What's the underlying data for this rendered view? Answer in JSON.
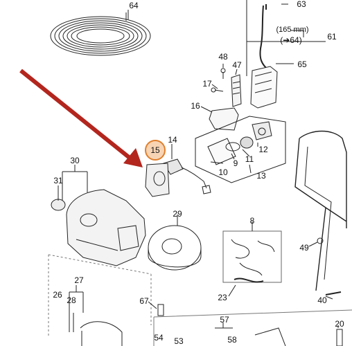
{
  "diagram": {
    "highlighted_part": "15",
    "note": "(165 mm)",
    "note_ref": "64",
    "labels": {
      "l64a": "64",
      "l63": "63",
      "l61": "61",
      "l64b": "64",
      "l65": "65",
      "l48": "48",
      "l47": "47",
      "l17": "17",
      "l16": "16",
      "l14": "14",
      "l12": "12",
      "l11": "11",
      "l10": "10",
      "l9": "9",
      "l13": "13",
      "l30": "30",
      "l31": "31",
      "l29": "29",
      "l8": "8",
      "l49": "49",
      "l27": "27",
      "l26": "26",
      "l28": "28",
      "l67": "67",
      "l23": "23",
      "l40": "40",
      "l57": "57",
      "l54": "54",
      "l53": "53",
      "l58": "58",
      "l20": "20"
    }
  },
  "colors": {
    "arrow": "#b3261e",
    "callout_fill": "#f7d4b4",
    "callout_border": "#e07f2c"
  }
}
